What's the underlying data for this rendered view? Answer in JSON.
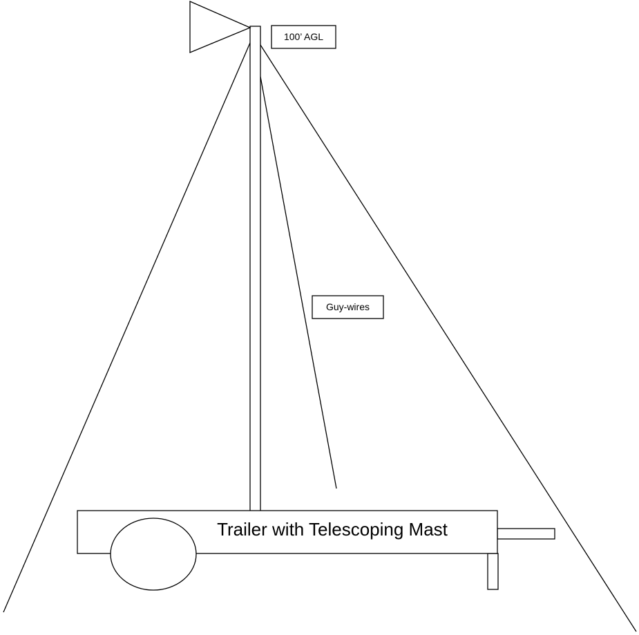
{
  "labels": {
    "height_callout": "100’ AGL",
    "guy_wires_callout": "Guy-wires",
    "trailer_caption": "Trailer with Telescoping Mast"
  },
  "colors": {
    "stroke": "#000000",
    "background": "#ffffff"
  }
}
